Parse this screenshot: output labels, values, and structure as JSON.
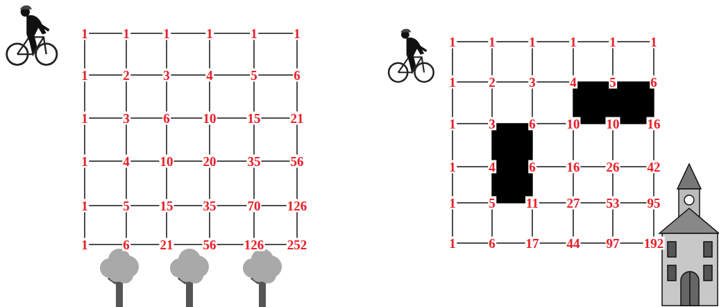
{
  "diagram": {
    "labels": [
      "1",
      "1",
      "1",
      "1",
      "1",
      "1",
      "1",
      "2",
      "3",
      "4",
      "5",
      "6",
      "1",
      "3",
      "6",
      "10",
      "15",
      "21",
      "1",
      "4",
      "10",
      "20",
      "35",
      "56",
      "1",
      "5",
      "15",
      "35",
      "70",
      "126",
      "1",
      "6",
      "21",
      "56",
      "126",
      "252",
      "1",
      "1",
      "1",
      "1",
      "1",
      "1",
      "1",
      "2",
      "3",
      "4",
      "5",
      "6",
      "1",
      "3",
      "6",
      "10",
      "10",
      "16",
      "1",
      "4",
      "6",
      "16",
      "26",
      "42",
      "1",
      "5",
      "11",
      "27",
      "53",
      "95",
      "1",
      "6",
      "17",
      "44",
      "97",
      "192"
    ]
  }
}
